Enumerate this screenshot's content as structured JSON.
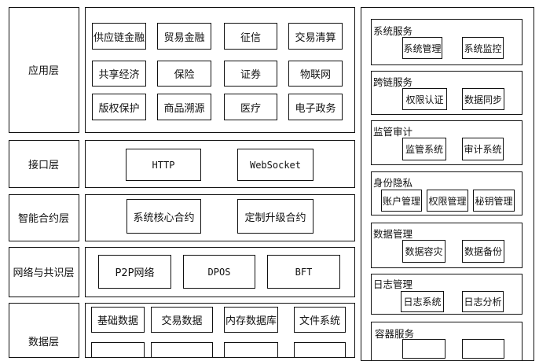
{
  "layers": {
    "app": {
      "label": "应用层",
      "items": [
        "供应链金融",
        "贸易金融",
        "征信",
        "交易清算",
        "共享经济",
        "保险",
        "证券",
        "物联网",
        "版权保护",
        "商品溯源",
        "医疗",
        "电子政务"
      ]
    },
    "interface": {
      "label": "接口层",
      "items": [
        "HTTP",
        "WebSocket"
      ]
    },
    "contract": {
      "label": "智能合约层",
      "items": [
        "系统核心合约",
        "定制升级合约"
      ]
    },
    "network": {
      "label": "网络与共识层",
      "items": [
        "P2P网络",
        "DPOS",
        "BFT"
      ]
    },
    "data": {
      "label": "数据层",
      "items": [
        "基础数据",
        "交易数据",
        "内存数据库",
        "文件系统"
      ]
    }
  },
  "services": [
    {
      "title": "系统服务",
      "items": [
        "系统管理",
        "系统监控"
      ]
    },
    {
      "title": "跨链服务",
      "items": [
        "权限认证",
        "数据同步"
      ]
    },
    {
      "title": "监管审计",
      "items": [
        "监管系统",
        "审计系统"
      ]
    },
    {
      "title": "身份隐私",
      "items": [
        "账户管理",
        "权限管理",
        "秘钥管理"
      ]
    },
    {
      "title": "数据管理",
      "items": [
        "数据容灾",
        "数据备份"
      ]
    },
    {
      "title": "日志管理",
      "items": [
        "日志系统",
        "日志分析"
      ]
    },
    {
      "title": "容器服务",
      "items": []
    }
  ]
}
